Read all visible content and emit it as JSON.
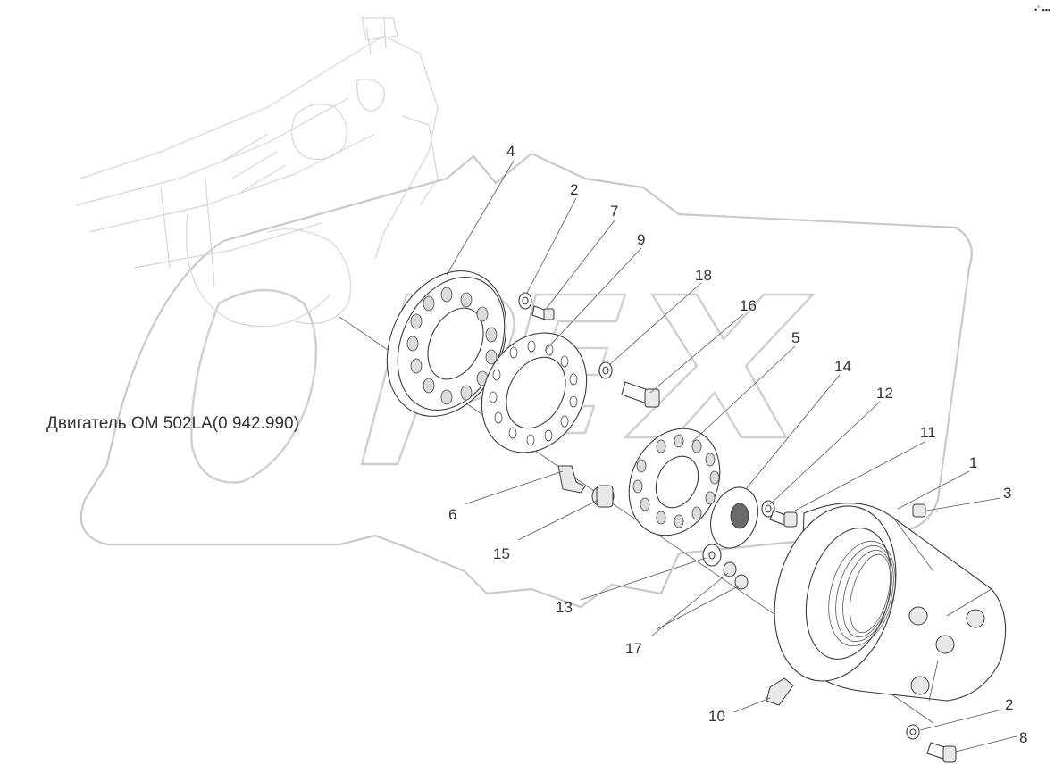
{
  "title": "Двигатель OM 502LA(0 942.990)",
  "callouts": {
    "c1": "1",
    "c2a": "2",
    "c2b": "2",
    "c3": "3",
    "c4": "4",
    "c5": "5",
    "c6": "6",
    "c7": "7",
    "c8": "8",
    "c9": "9",
    "c10": "10",
    "c11": "11",
    "c12": "12",
    "c13": "13",
    "c14": "14",
    "c15": "15",
    "c16": "16",
    "c17": "17",
    "c18": "18"
  },
  "corner_mark": "•˚ ▪▪▪",
  "colors": {
    "ink": "#3a3a3a",
    "watermark": "#c9c9c9",
    "background": "#ffffff"
  }
}
